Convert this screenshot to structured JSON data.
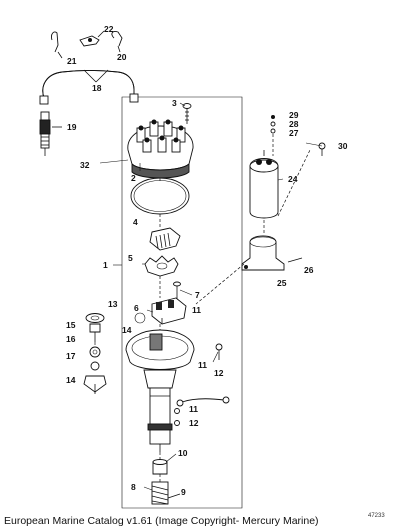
{
  "callouts": {
    "c1": "1",
    "c2": "2",
    "c3": "3",
    "c4": "4",
    "c5": "5",
    "c6": "6",
    "c7": "7",
    "c8": "8",
    "c9": "9",
    "c10": "10",
    "c11a": "11",
    "c11b": "11",
    "c11c": "11",
    "c12a": "12",
    "c12b": "12",
    "c13": "13",
    "c14a": "14",
    "c14b": "14",
    "c15": "15",
    "c16": "16",
    "c17": "17",
    "c18": "18",
    "c19": "19",
    "c20": "20",
    "c21": "21",
    "c22": "22",
    "c24": "24",
    "c25": "25",
    "c26": "26",
    "c27": "27",
    "c28": "28",
    "c29": "29",
    "c30": "30",
    "c32": "32"
  },
  "footer": "European Marine Catalog v1.61 (Image Copyright- Mercury Marine)",
  "drawing_number": "47233"
}
